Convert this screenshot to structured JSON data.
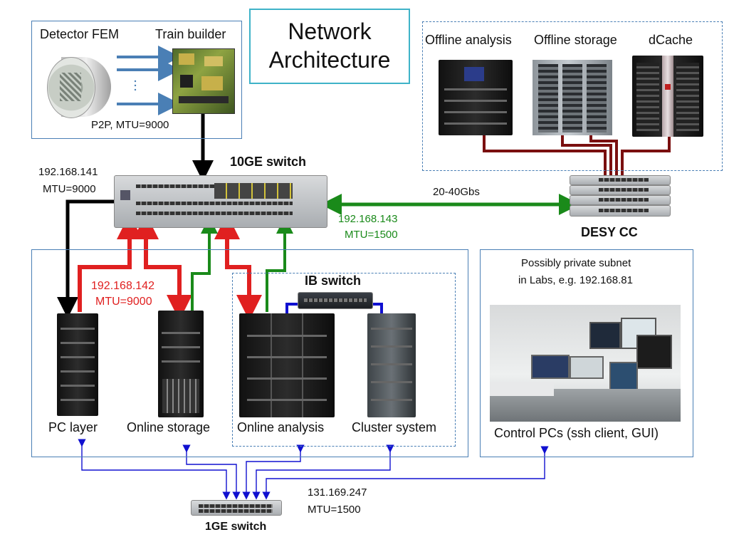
{
  "title": {
    "line1": "Network",
    "line2": "Architecture"
  },
  "detector": {
    "fem_label": "Detector FEM",
    "train_builder_label": "Train builder",
    "p2p_label": "P2P, MTU=9000"
  },
  "offline": {
    "analysis_label": "Offline analysis",
    "storage_label": "Offline storage",
    "dcache_label": "dCache"
  },
  "switch10ge": {
    "label": "10GE switch",
    "ip_left": "192.168.141",
    "mtu_left": "MTU=9000",
    "bandwidth": "20-40Gbs",
    "ip_right": "192.168.143",
    "mtu_right": "MTU=1500"
  },
  "desy_cc": {
    "label": "DESY CC"
  },
  "online": {
    "ip": "192.168.142",
    "mtu": "MTU=9000",
    "ib_switch_label": "IB switch",
    "pc_layer_label": "PC layer",
    "online_storage_label": "Online storage",
    "online_analysis_label": "Online analysis",
    "cluster_label": "Cluster system"
  },
  "control": {
    "note_line1": "Possibly private subnet",
    "note_line2": "in Labs, e.g. 192.168.81",
    "label": "Control PCs (ssh client, GUI)"
  },
  "switch1ge": {
    "label": "1GE switch",
    "ip": "131.169.247",
    "mtu": "MTU=1500"
  },
  "colors": {
    "black_link": "#000000",
    "red_link": "#e02020",
    "green_link": "#1a8a1a",
    "blue_link": "#1010d0",
    "dark_red_link": "#7a0f0f",
    "frame": "#4a7fb5",
    "title_frame": "#3fb3c8"
  }
}
